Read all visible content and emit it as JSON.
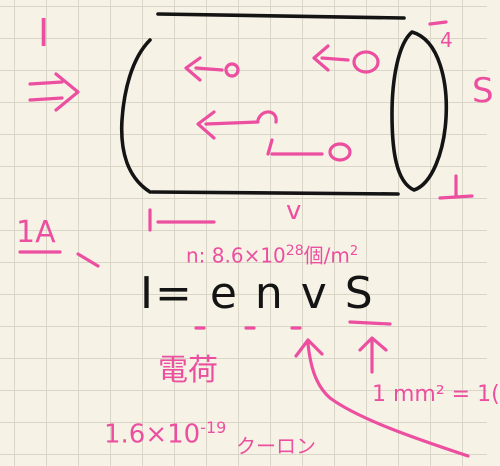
{
  "note": {
    "current_symbol": "I",
    "right_edge_fragment": "S",
    "corner_mark": "4",
    "current_value": "1A",
    "drift_velocity_symbol": "v",
    "density_label": "n: 8.6×10",
    "density_exponent": "28",
    "density_unit": "個/m",
    "density_unit_power": "2",
    "formula": "I= e n v S",
    "charge_label": "電荷",
    "charge_value": "1.6×10",
    "charge_exponent": "-19",
    "charge_unit": "クーロン",
    "area_label": "1 mm² = 1(",
    "colors": {
      "pen_pink": "#ec4fa0",
      "pen_black": "#141414",
      "paper": "#f6f3e6",
      "grid": "#d9d5c7"
    }
  }
}
